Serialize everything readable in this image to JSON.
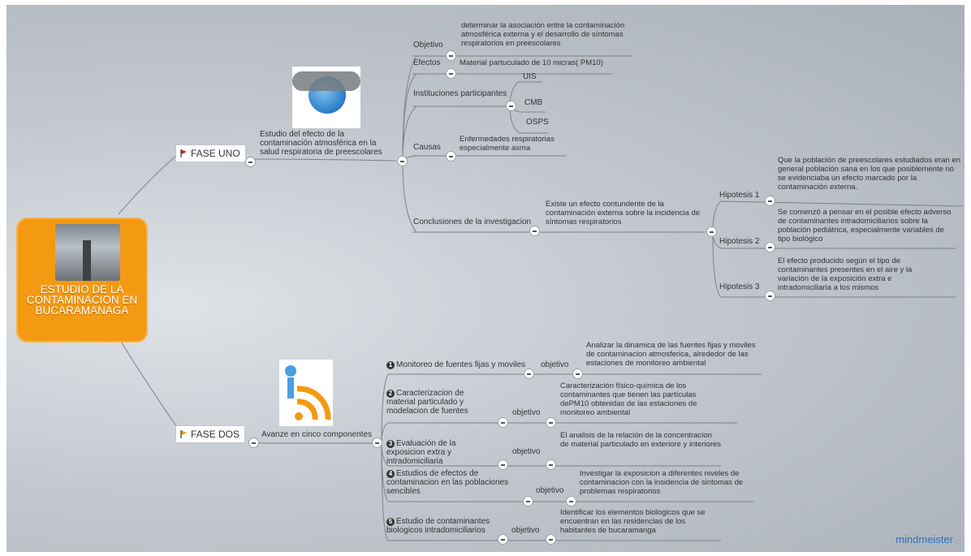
{
  "root": {
    "title": "ESTUDIO DE LA CONTAMINACION EN BUCARAMANAGA"
  },
  "fase_uno": {
    "label": "FASE UNO",
    "topic": "Estudio del efecto de la contaminación atmosférica en la salud respiratoria de preescolares",
    "objetivo": {
      "label": "Objetivo",
      "text": "determinar la asociación entre la contaminación atmosférica externa y el desarrollo de síntomas respiratorios en preescolares"
    },
    "efectos": {
      "label": "Efectos",
      "text": "Material partuculado de 10 micras( PM10)"
    },
    "instituciones": {
      "label": "Instituciones participantes",
      "items": [
        "UIS",
        "CMB",
        "OSPS"
      ]
    },
    "causas": {
      "label": "Causas",
      "text": "Enfermedades respiratorias especialmente asma"
    },
    "conclusiones": {
      "label": "Conclusiones de la investigacion",
      "text": "Existe un efecto contundente de la contaminación externa sobre la incidencia de síntomas respiratorios",
      "hipotesis": [
        {
          "label": "Hipotesis 1",
          "text": "Que la población de preescolares estudiados eran en general población sana en los que posiblemente no se evidenciaba un efecto marcado por la contaminación externa."
        },
        {
          "label": "Hipotesis 2",
          "text": "Se comenzó a pensar en el posible efecto adverso de contaminantes intradomiciliarios sobre la población pediátrica, especialmente variables de tipo biológico"
        },
        {
          "label": "Hipotesis 3",
          "text": "El efecto producido según el tipo de contaminantes presentes en el aire y la variación de la exposición extra e intradomiciliaria a los mismos"
        }
      ]
    }
  },
  "fase_dos": {
    "label": "FASE DOS",
    "topic": "Avanze en cinco componentes",
    "components": [
      {
        "num": "1",
        "label": "Monitoreo de fuentes fijas y moviles",
        "objetivo": "objetivo",
        "text": "Analizar la dinamica de las fuentes fijas y moviles de contaminacion atmosferica, alrededor de las estaciones de monitoreo ambiental"
      },
      {
        "num": "2",
        "label": "Caracterizacion de material particulado y modelacion de fuentes",
        "objetivo": "objetivo",
        "text": "Caracterización físico-química de los contaminantes que tienen las partículas dePM10 obtenidas de las estaciones de monitoreo ambiental"
      },
      {
        "num": "3",
        "label": "Evaluación de la exposicion extra y intradomiciliaria",
        "objetivo": "objetivo",
        "text": "El analisis de la relación de la concentracion de material particulado en exteriore y interiores"
      },
      {
        "num": "4",
        "label": "Estudios de efectos de contaminacion en las poblaciones sencibles",
        "objetivo": "objetivo",
        "text": "Investigar la exposicion a diferentes niveles de contaminacion con la insidencia de sintomas de problemas respiratorios"
      },
      {
        "num": "5",
        "label": "Estudio de contaminantes biologicos intradomiciliarios",
        "objetivo": "objetivo",
        "text": "Identificar los elementos biologicos que se encuentran en las residencias de los habitantes de bucaramanga"
      }
    ]
  },
  "logo": {
    "a": "mind",
    "b": "meister"
  },
  "colors": {
    "root": "#f39a12",
    "flag_red": "#d0202a",
    "flag_orange": "#f39a12"
  }
}
